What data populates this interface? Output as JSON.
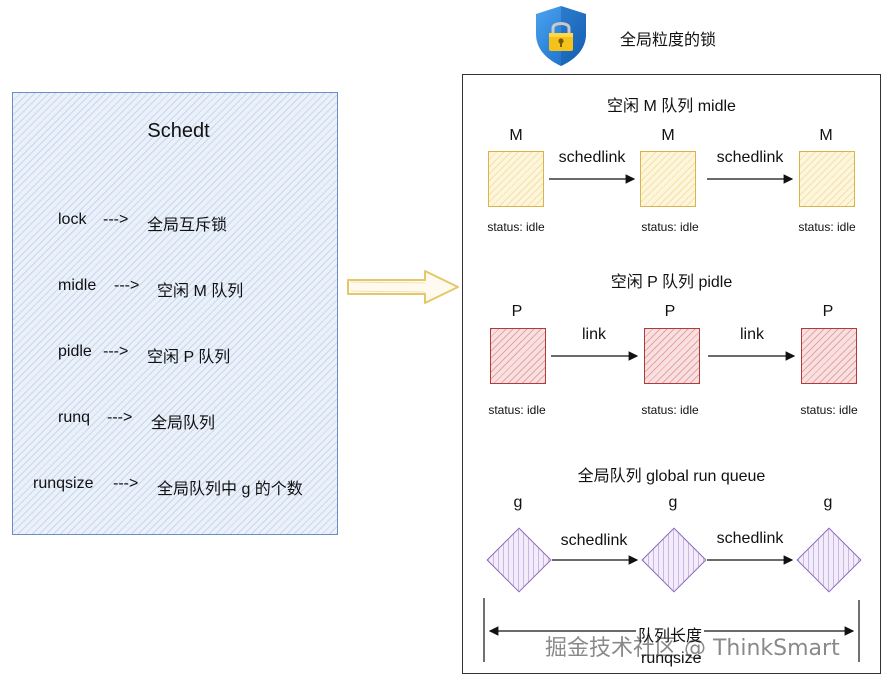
{
  "header": {
    "lock_title": "全局粒度的锁",
    "lock_icon": "shield-lock-icon"
  },
  "sched": {
    "title": "Schedt",
    "fields": [
      {
        "name": "lock",
        "arrow": "--->",
        "desc": "全局互斥锁"
      },
      {
        "name": "midle",
        "arrow": "--->",
        "desc": "空闲 M 队列"
      },
      {
        "name": "pidle",
        "arrow": "--->",
        "desc": "空闲 P 队列"
      },
      {
        "name": "runq",
        "arrow": "--->",
        "desc": "全局队列"
      },
      {
        "name": "runqsize",
        "arrow": "--->",
        "desc": "全局队列中 g 的个数"
      }
    ]
  },
  "m_queue": {
    "title": "空闲 M 队列 midle",
    "node_label": "M",
    "status": "status: idle",
    "edge_label": "schedlink"
  },
  "p_queue": {
    "title": "空闲 P 队列 pidle",
    "node_label": "P",
    "status": "status: idle",
    "edge_label": "link"
  },
  "g_queue": {
    "title": "全局队列 global run queue",
    "node_label": "g",
    "edge_label": "schedlink",
    "length_label": "队列长度",
    "size_label": "runqsize"
  },
  "watermark": "掘金技术社区 @ ThinkSmart",
  "colors": {
    "sched_border": "#6d8cc8",
    "m_border": "#d9b44a",
    "p_border": "#b23a3a",
    "g_border": "#8a6bb8",
    "big_arrow": "#e3c86a"
  }
}
